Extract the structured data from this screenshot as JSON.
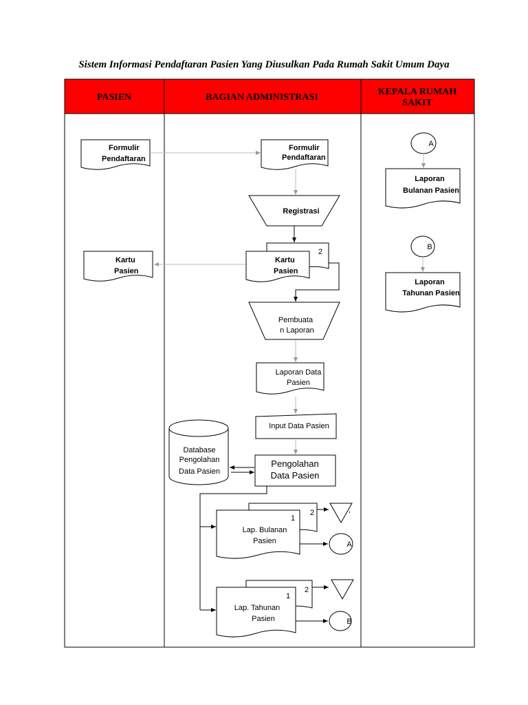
{
  "title": "Sistem Informasi Pendaftaran Pasien Yang Diusulkan Pada Rumah Sakit Umum Daya",
  "colors": {
    "header_fill": "#ff0000",
    "line": "#000000",
    "faint_line": "#bbbbbb"
  },
  "lanes": {
    "pasien": "PASIEN",
    "admin": "BAGIAN ADMINISTRASI",
    "kepala_line1": "KEPALA RUMAH",
    "kepala_line2": "SAKIT"
  },
  "pasien": {
    "formulir_1": "Formulir",
    "formulir_2": "Pendaftaran",
    "kartu_1": "Kartu",
    "kartu_2": "Pasien"
  },
  "admin": {
    "formulir_1": "Formulir",
    "formulir_2": "Pendaftaran",
    "registrasi": "Registrasi",
    "kartu_1": "Kartu",
    "kartu_2": "Pasien",
    "kartu_copy": "2",
    "pembuatan_1": "Pembuata",
    "pembuatan_2": "n Laporan",
    "laporan_data_1": "Laporan Data",
    "laporan_data_2": "Pasien",
    "input_data": "Input Data Pasien",
    "database_1": "Database",
    "database_2": "Pengolahan",
    "database_3": "Data Pasien",
    "pengolahan_1": "Pengolahan",
    "pengolahan_2": "Data Pasien",
    "lap_bulanan_1": "Lap. Bulanan",
    "lap_bulanan_2": "Pasien",
    "lap_bulanan_copy1": "1",
    "lap_bulanan_copy2": "2",
    "lap_tahunan_1": "Lap. Tahunan",
    "lap_tahunan_2": "Pasien",
    "lap_tahunan_copy1": "1",
    "lap_tahunan_copy2": "2",
    "connector_a": "A",
    "connector_b": "B"
  },
  "kepala": {
    "connector_a": "A",
    "connector_b": "B",
    "lap_bulanan_1": "Laporan",
    "lap_bulanan_2": "Bulanan Pasien",
    "lap_tahunan_1": "Laporan",
    "lap_tahunan_2": "Tahunan Pasien"
  }
}
